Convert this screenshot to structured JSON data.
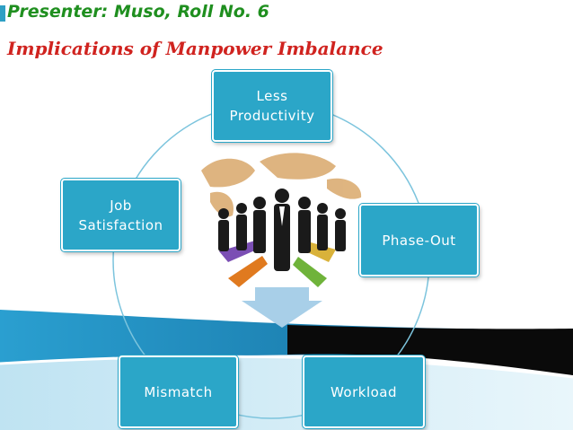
{
  "header": {
    "presenter": "Presenter: Muso, Roll No. 6",
    "title": "Implications of Manpower Imbalance"
  },
  "cycle": {
    "items": [
      {
        "id": "top",
        "label": "Less\nProductivity"
      },
      {
        "id": "right",
        "label": "Phase-Out"
      },
      {
        "id": "bottom_right",
        "label": "Workload"
      },
      {
        "id": "bottom_left",
        "label": "Mismatch"
      },
      {
        "id": "left",
        "label": "Job\nSatisfaction"
      }
    ]
  },
  "colors": {
    "box_fill": "#2ba6c8",
    "presenter_text": "#1f8f1f",
    "title_text": "#d0231f",
    "band_dark": "#0a0a0a",
    "band_blue": "#1e8fbf"
  },
  "illustration": {
    "icon": "business-people-world-map-arrows-icon"
  }
}
